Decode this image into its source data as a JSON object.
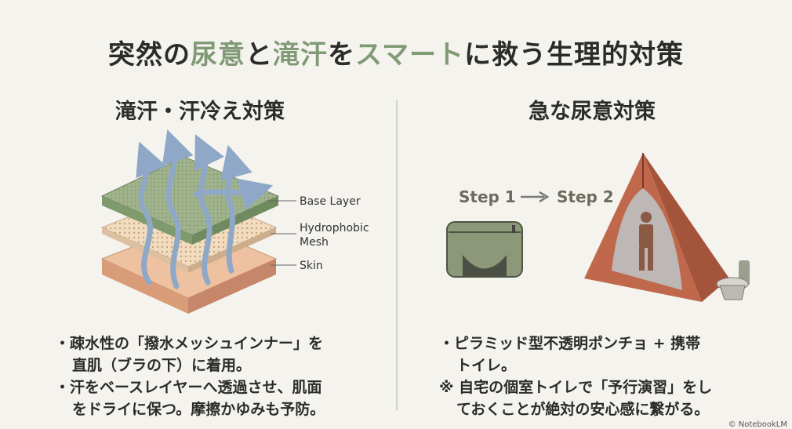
{
  "title": {
    "p1": "突然の",
    "p2": "尿意",
    "p3": "と",
    "p4": "滝汗",
    "p5": "を",
    "p6": "スマート",
    "p7": "に救う生理的対策"
  },
  "left": {
    "heading": "滝汗・汗冷え対策",
    "labels": {
      "base": "Base Layer",
      "mesh1": "Hydrophobic",
      "mesh2": "Mesh",
      "skin": "Skin"
    },
    "bullet1_l1": "・疎水性の「撥水メッシュインナー」を",
    "bullet1_l2": "直肌（ブラの下）に着用。",
    "bullet2_l1": "・汗をベースレイヤーへ透過させ、肌面",
    "bullet2_l2": "をドライに保つ。摩擦かゆみも予防。"
  },
  "right": {
    "heading": "急な尿意対策",
    "step1": "Step 1",
    "step2": "Step 2",
    "bullet1_l1": "・ピラミッド型不透明ポンチョ + 携帯",
    "bullet1_l2": "トイレ。",
    "note_l1": "※ 自宅の個室トイレで「予行演習」をし",
    "note_l2": "ておくことが絶対の安心感に繋がる。"
  },
  "credit": "© NotebookLM",
  "colors": {
    "accent": "#7f9a75",
    "green": "#93a77f",
    "terracotta": "#c0684b",
    "skin": "#e9b896"
  }
}
